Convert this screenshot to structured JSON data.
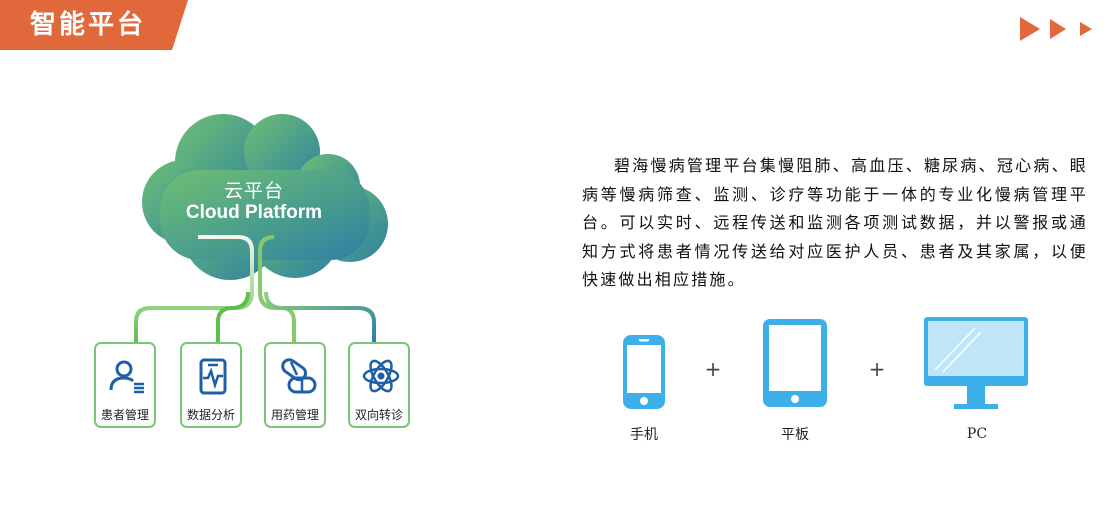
{
  "header": {
    "title": "智能平台"
  },
  "cloud": {
    "title_cn": "云平台",
    "title_en": "Cloud Platform"
  },
  "modules": [
    {
      "label": "患者管理",
      "icon": "patient-icon"
    },
    {
      "label": "数据分析",
      "icon": "data-analysis-icon"
    },
    {
      "label": "用药管理",
      "icon": "pill-icon"
    },
    {
      "label": "双向转诊",
      "icon": "atom-icon"
    }
  ],
  "description": "碧海慢病管理平台集慢阻肺、高血压、糖尿病、冠心病、眼病等慢病筛查、监测、诊疗等功能于一体的专业化慢病管理平台。可以实时、远程传送和监测各项测试数据，并以警报或通知方式将患者情况传送给对应医护人员、患者及其家属，以便快速做出相应措施。",
  "devices": [
    {
      "label": "手机",
      "icon": "phone-icon"
    },
    {
      "label": "平板",
      "icon": "tablet-icon"
    },
    {
      "label": "PC",
      "icon": "monitor-icon"
    }
  ],
  "plus_sign": "+",
  "colors": {
    "accent_orange": "#e0683a",
    "module_border": "#7cc576",
    "cloud_top": "#6fbf73",
    "cloud_bottom": "#2f7fa4",
    "device_blue": "#3db0ea"
  }
}
